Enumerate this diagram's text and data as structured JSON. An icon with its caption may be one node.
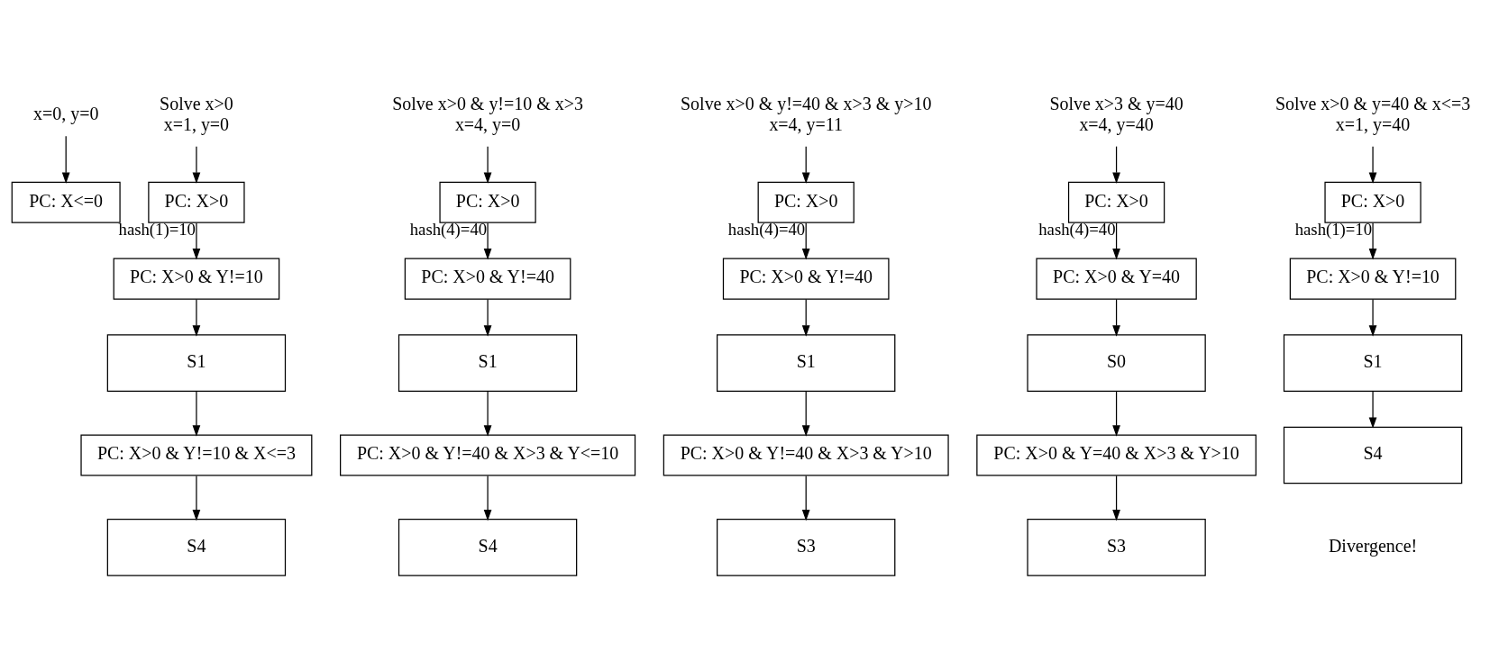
{
  "diagram": {
    "nodes": [
      {
        "text": [
          "x=0, y=0"
        ]
      },
      {
        "text": [
          "PC: X<=0"
        ]
      },
      {
        "text": [
          "Solve x>0",
          "x=1, y=0"
        ]
      },
      {
        "text": [
          "PC: X>0"
        ]
      },
      {
        "text": [
          "PC: X>0 & Y!=10"
        ]
      },
      {
        "text": [
          "S1"
        ]
      },
      {
        "text": [
          "PC: X>0 & Y!=10 & X<=3"
        ]
      },
      {
        "text": [
          "S4"
        ]
      },
      {
        "text": [
          "Solve x>0 & y!=10 & x>3",
          "x=4, y=0"
        ]
      },
      {
        "text": [
          "PC: X>0"
        ]
      },
      {
        "text": [
          "PC: X>0 & Y!=40"
        ]
      },
      {
        "text": [
          "S1"
        ]
      },
      {
        "text": [
          "PC: X>0 & Y!=40 & X>3 & Y<=10"
        ]
      },
      {
        "text": [
          "S4"
        ]
      },
      {
        "text": [
          "Solve x>0 & y!=40 & x>3 & y>10",
          "x=4, y=11"
        ]
      },
      {
        "text": [
          "PC: X>0"
        ]
      },
      {
        "text": [
          "PC: X>0 & Y!=40"
        ]
      },
      {
        "text": [
          "S1"
        ]
      },
      {
        "text": [
          "PC: X>0 & Y!=40 & X>3 & Y>10"
        ]
      },
      {
        "text": [
          "S3"
        ]
      },
      {
        "text": [
          "Solve x>3 & y=40",
          "x=4, y=40"
        ]
      },
      {
        "text": [
          "PC: X>0"
        ]
      },
      {
        "text": [
          "PC: X>0 & Y=40"
        ]
      },
      {
        "text": [
          "S0"
        ]
      },
      {
        "text": [
          "PC: X>0 & Y=40 & X>3 & Y>10"
        ]
      },
      {
        "text": [
          "S3"
        ]
      },
      {
        "text": [
          "Solve x>0 & y=40 & x<=3",
          "x=1, y=40"
        ]
      },
      {
        "text": [
          "PC: X>0"
        ]
      },
      {
        "text": [
          "PC: X>0 & Y!=10"
        ]
      },
      {
        "text": [
          "S1"
        ]
      },
      {
        "text": [
          "S4"
        ]
      }
    ],
    "edges": [
      {
        "from": 0,
        "to": 1,
        "arrow": "to"
      },
      {
        "from": 2,
        "to": 3,
        "arrow": "to"
      },
      {
        "from": 3,
        "to": 4,
        "arrow": "to",
        "label": "hash(1)=10"
      },
      {
        "from": 4,
        "to": 5,
        "arrow": "to"
      },
      {
        "from": 5,
        "to": 6,
        "arrow": "to"
      },
      {
        "from": 6,
        "to": 7,
        "arrow": "to"
      },
      {
        "from": 8,
        "to": 9,
        "arrow": "to"
      },
      {
        "from": 9,
        "to": 10,
        "arrow": "to",
        "label": "hash(4)=40"
      },
      {
        "from": 10,
        "to": 11,
        "arrow": "to"
      },
      {
        "from": 11,
        "to": 12,
        "arrow": "to"
      },
      {
        "from": 12,
        "to": 13,
        "arrow": "to"
      },
      {
        "from": 14,
        "to": 15,
        "arrow": "to"
      },
      {
        "from": 15,
        "to": 16,
        "arrow": "to",
        "label": "hash(4)=40"
      },
      {
        "from": 16,
        "to": 17,
        "arrow": "to"
      },
      {
        "from": 17,
        "to": 18,
        "arrow": "to"
      },
      {
        "from": 18,
        "to": 19,
        "arrow": "to"
      },
      {
        "from": 20,
        "to": 21,
        "arrow": "to"
      },
      {
        "from": 21,
        "to": 22,
        "arrow": "to",
        "label": "hash(4)=40"
      },
      {
        "from": 22,
        "to": 23,
        "arrow": "to"
      },
      {
        "from": 23,
        "to": 24,
        "arrow": "to"
      },
      {
        "from": 24,
        "to": 25,
        "arrow": "to"
      },
      {
        "from": 26,
        "to": 27,
        "arrow": "to"
      },
      {
        "from": 27,
        "to": 28,
        "arrow": "to",
        "label": "hash(1)=10"
      },
      {
        "from": 28,
        "to": 29,
        "arrow": "to"
      },
      {
        "from": 29,
        "to": 30,
        "arrow": "to"
      }
    ],
    "labels": [
      "Divergence!"
    ]
  }
}
